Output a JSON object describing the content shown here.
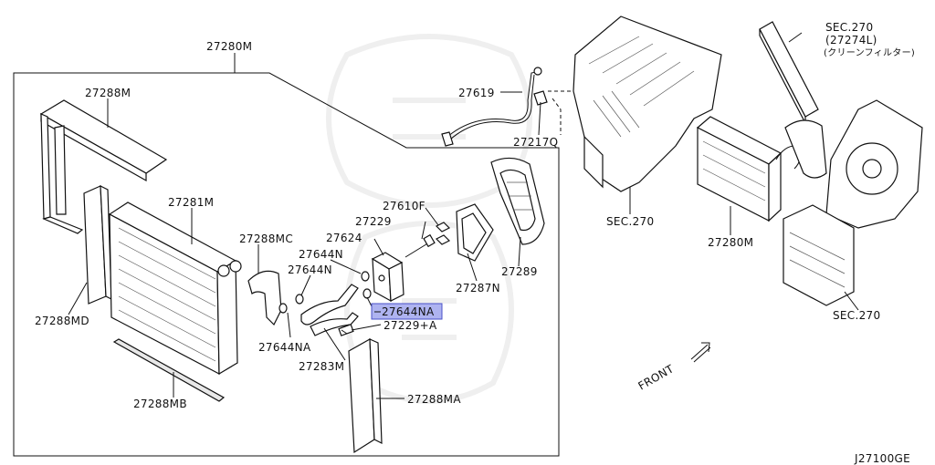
{
  "diagram_id": "J27100GE",
  "labels": {
    "assembly_27280M_top": "27280M",
    "sub_27288M": "27288M",
    "sub_27281M": "27281M",
    "sub_27288MC": "27288MC",
    "sub_27644N_a": "27644N",
    "sub_27644N_b": "27644N",
    "sub_27288MD": "27288MD",
    "sub_27288MB": "27288MB",
    "sub_27644NA_low": "27644NA",
    "sub_27283M": "27283M",
    "sub_27288MA": "27288MA",
    "sub_27229A": "27229+A",
    "sub_27644NA_hl": "27644NA",
    "sub_27624": "27624",
    "sub_27229": "27229",
    "sub_27610F": "27610F",
    "sub_27287N": "27287N",
    "sub_27289": "27289",
    "sub_27619": "27619",
    "sub_27217Q": "27217Q",
    "sec270_center": "SEC.270",
    "sec270_filter_line1": "SEC.270",
    "sec270_filter_line2": "(27274L)",
    "sec270_filter_line3": "(クリーンフィルター)",
    "assembly_27280M_right": "27280M",
    "sec270_right": "SEC.270",
    "front": "FRONT"
  },
  "colors": {
    "highlight_fill": "#aeb3f0",
    "highlight_stroke": "#4a52c8",
    "line": "#111111",
    "watermark": "#efefef"
  },
  "icons": {
    "front_arrow": "front-arrow-icon"
  }
}
